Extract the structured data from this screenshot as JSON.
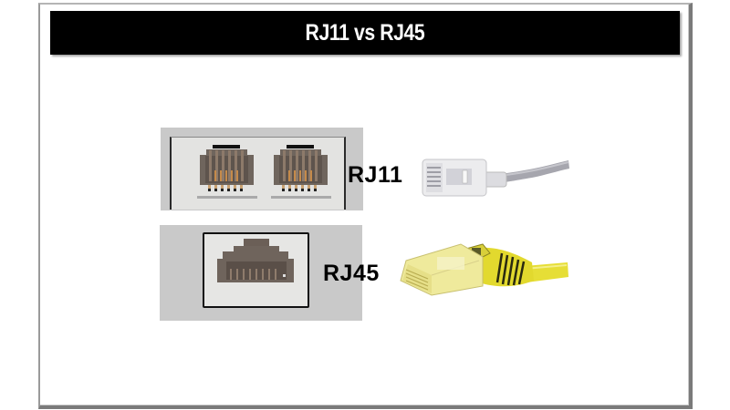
{
  "slide": {
    "title": "RJ11 vs RJ45",
    "colors": {
      "title_bar": "#000000",
      "title_text": "#ffffff",
      "panel_gray": "#c9c9c9",
      "jack_brown": "#6e625a",
      "rj11_cable": "#a8a8b0",
      "rj45_cable": "#e8e038"
    }
  },
  "connectors": [
    {
      "label": "RJ11",
      "port_count": 2,
      "port_type": "6-pin telephone jack",
      "plug": "clear-plug-gray-cable-icon"
    },
    {
      "label": "RJ45",
      "port_count": 1,
      "port_type": "8-pin ethernet jack",
      "plug": "clear-plug-yellow-booted-cable-icon"
    }
  ]
}
